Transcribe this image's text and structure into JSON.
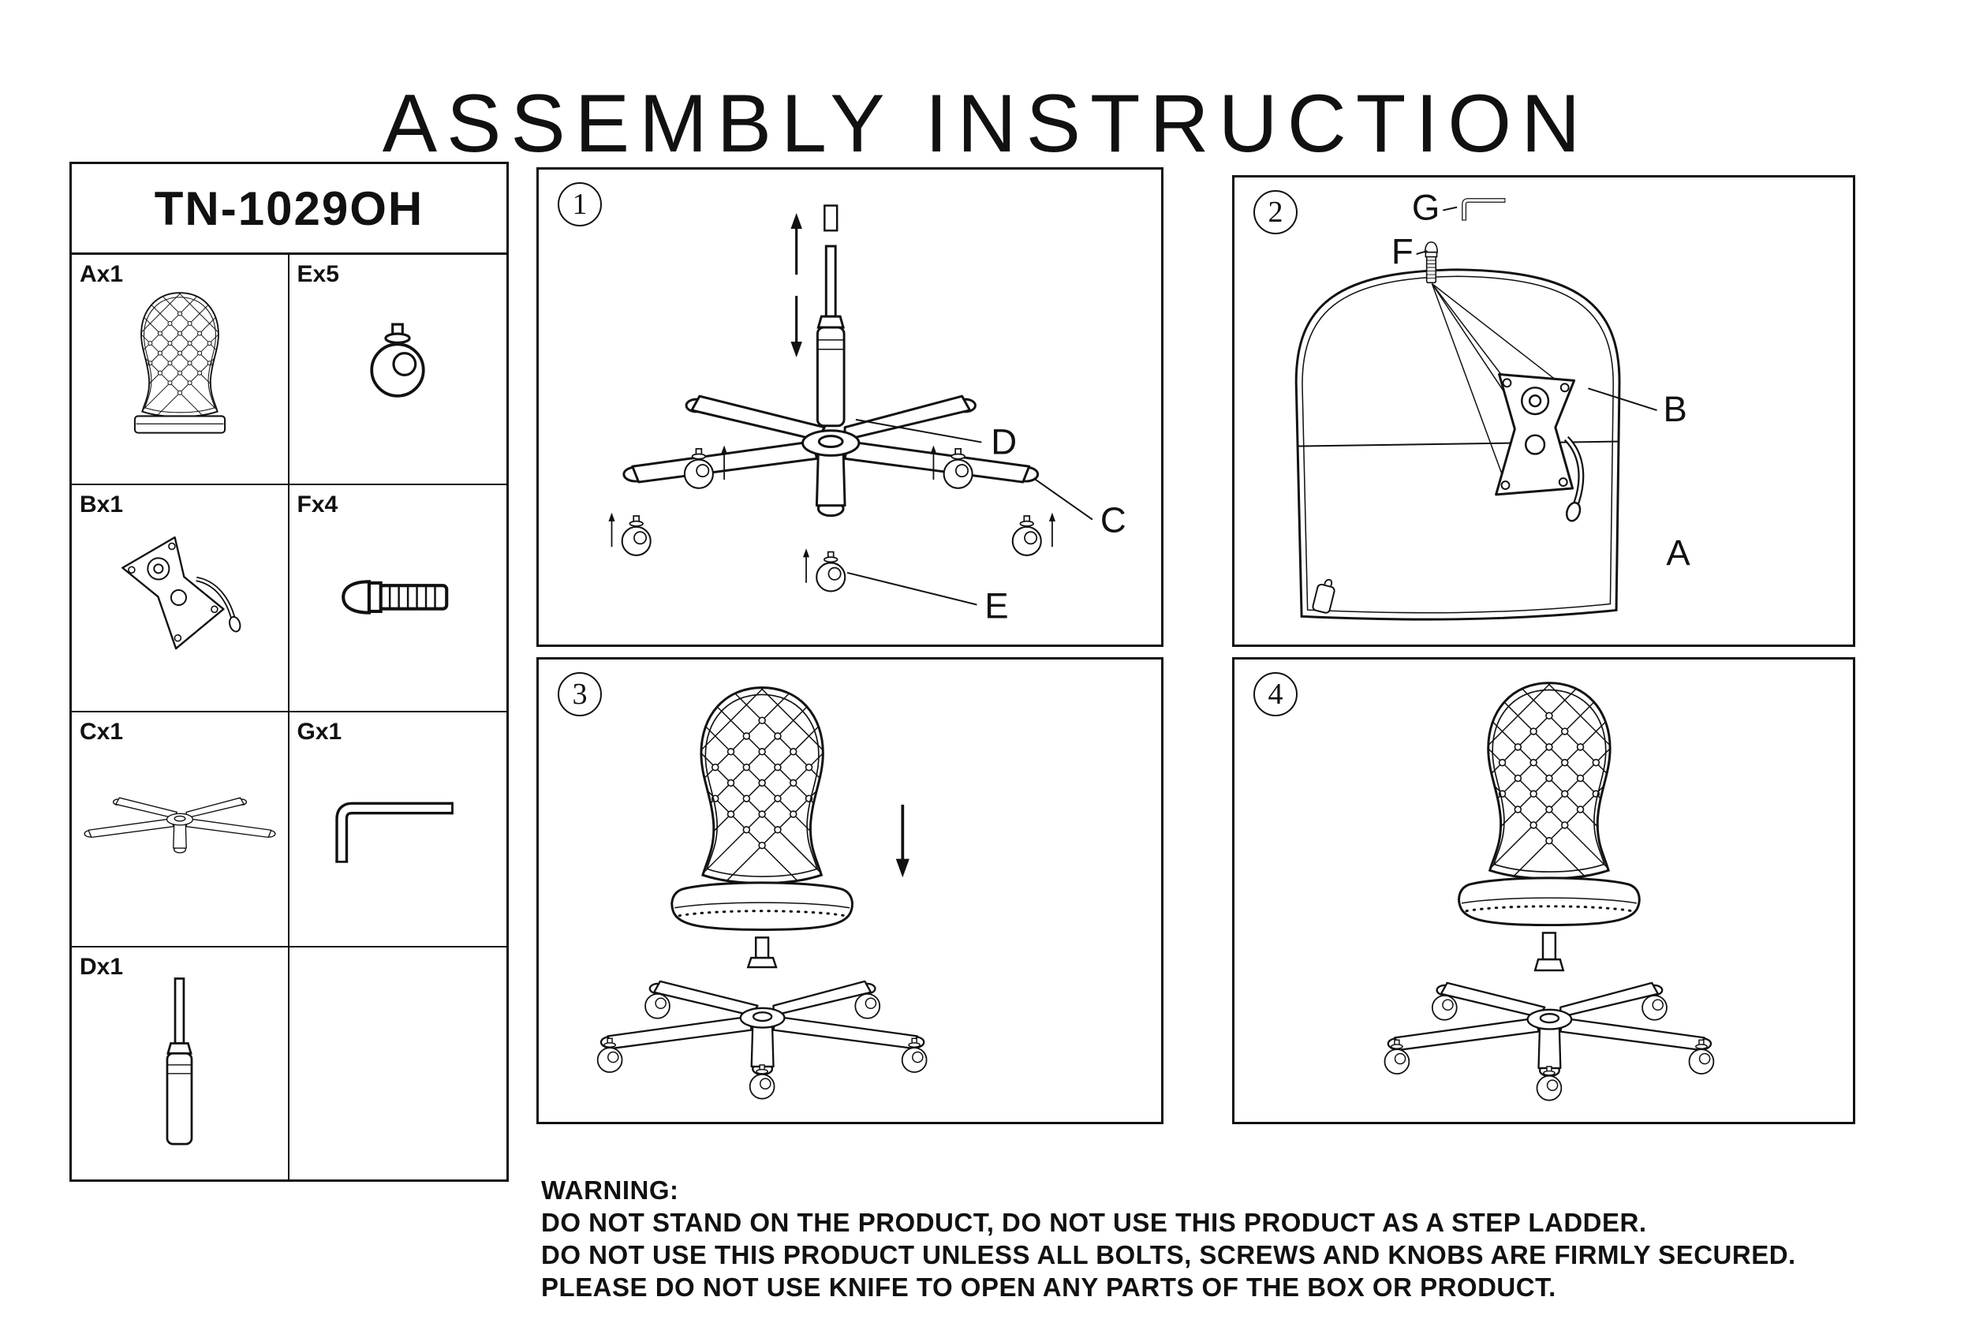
{
  "title": "ASSEMBLY INSTRUCTION",
  "parts_panel": {
    "model": "TN-1029OH",
    "parts": [
      {
        "label": "Ax1",
        "name": "chair-back"
      },
      {
        "label": "Ex5",
        "name": "caster"
      },
      {
        "label": "Bx1",
        "name": "tilt-mechanism"
      },
      {
        "label": "Fx4",
        "name": "bolt"
      },
      {
        "label": "Cx1",
        "name": "five-star-base"
      },
      {
        "label": "Gx1",
        "name": "allen-key"
      },
      {
        "label": "Dx1",
        "name": "gas-lift"
      }
    ]
  },
  "steps": [
    {
      "number": "1",
      "labels": {
        "d": "D",
        "c": "C",
        "e": "E"
      }
    },
    {
      "number": "2",
      "labels": {
        "g": "G",
        "f": "F",
        "b": "B",
        "a": "A"
      }
    },
    {
      "number": "3",
      "labels": {}
    },
    {
      "number": "4",
      "labels": {}
    }
  ],
  "warning": {
    "heading": "WARNING:",
    "lines": [
      "DO NOT STAND ON THE PRODUCT, DO NOT USE THIS PRODUCT AS A STEP LADDER.",
      "DO NOT USE THIS PRODUCT UNLESS ALL BOLTS, SCREWS AND KNOBS ARE FIRMLY SECURED.",
      "PLEASE DO NOT USE KNIFE TO OPEN ANY PARTS OF THE BOX OR PRODUCT."
    ]
  }
}
